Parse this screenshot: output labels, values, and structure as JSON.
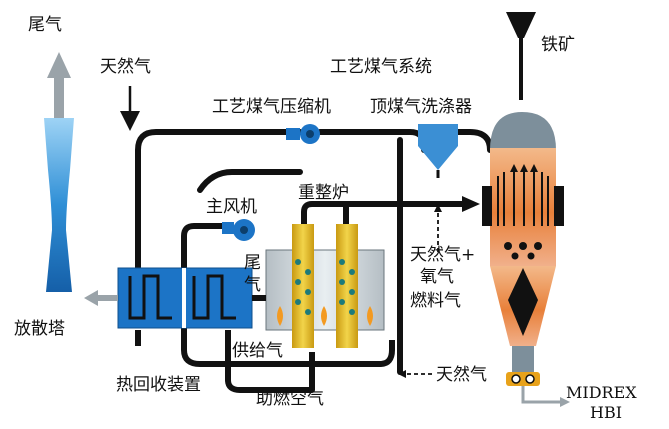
{
  "labels": {
    "tail_gas_top": "尾气",
    "natural_gas_top": "天然气",
    "process_gas_system": "工艺煤气系统",
    "iron_ore": "铁矿",
    "process_gas_compressor": "工艺煤气压缩机",
    "top_gas_scrubber": "顶煤气洗涤器",
    "main_fan": "主风机",
    "reformer": "重整炉",
    "tail_gas_side_1": "尾",
    "tail_gas_side_2": "气",
    "ng_oxygen_1": "天然气+",
    "ng_oxygen_2": "氧气",
    "fuel_gas": "燃料气",
    "vent_stack": "放散塔",
    "supply_gas": "供给气",
    "natural_gas_bottom": "天然气",
    "heat_recovery": "热回收装置",
    "combustion_air": "助燃空气",
    "product_1": "MIDREX",
    "product_2": "HBI"
  },
  "colors": {
    "pipe": "#111111",
    "stack_blue": "#2f8fd6",
    "exchanger_blue": "#1c74c6",
    "reformer_tube": "#e6c22a",
    "furnace_orange": "#e8803a",
    "furnace_grey": "#7d8f9b",
    "arrow_grey": "#9aa3a9"
  }
}
